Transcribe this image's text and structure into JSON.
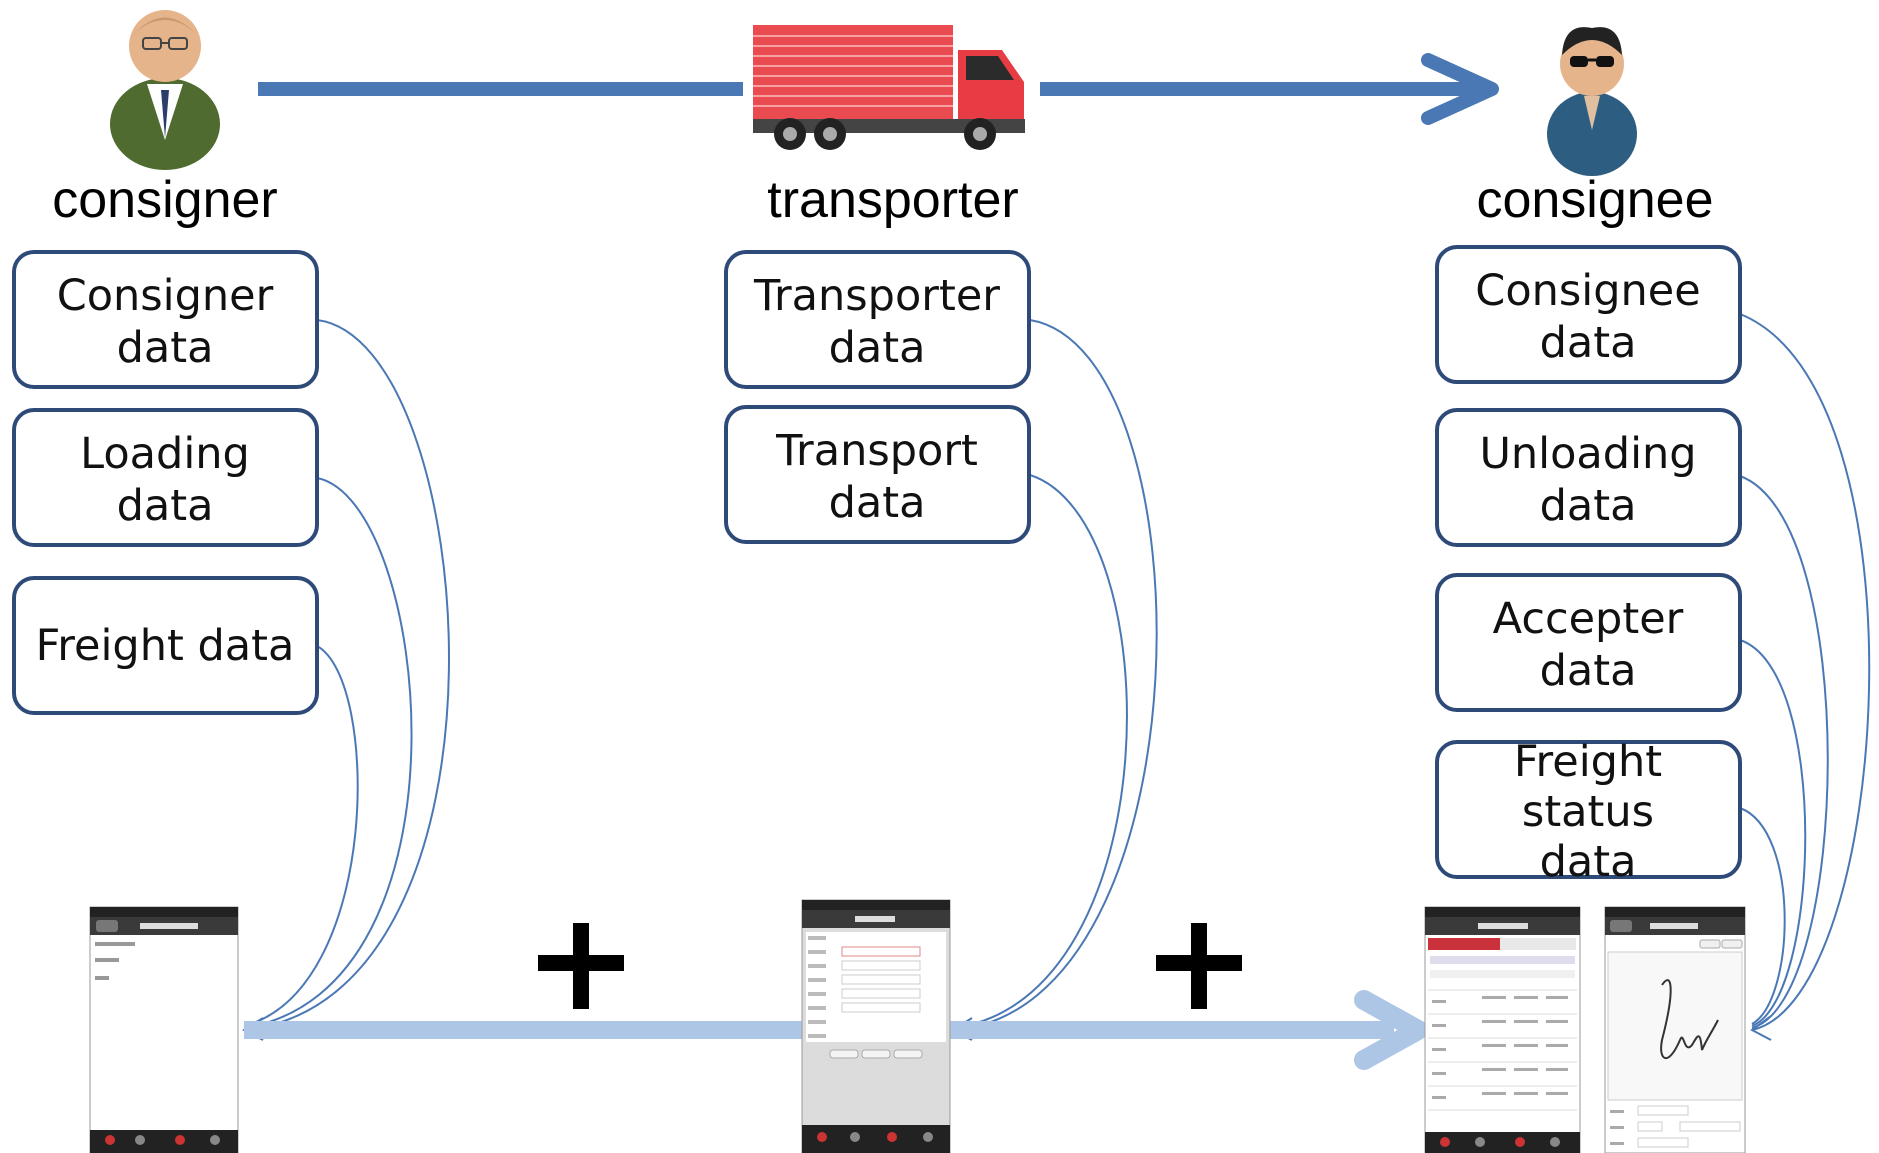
{
  "roles": {
    "consigner": "consigner",
    "transporter": "transporter",
    "consignee": "consignee"
  },
  "boxes": {
    "consigner": [
      {
        "line1": "Consigner",
        "line2": "data"
      },
      {
        "line1": "Loading",
        "line2": "data"
      },
      {
        "line1": "Freight data",
        "line2": ""
      }
    ],
    "transporter": [
      {
        "line1": "Transporter",
        "line2": "data"
      },
      {
        "line1": "Transport",
        "line2": "data"
      }
    ],
    "consignee": [
      {
        "line1": "Consignee",
        "line2": "data"
      },
      {
        "line1": "Unloading",
        "line2": "data"
      },
      {
        "line1": "Accepter",
        "line2": "data"
      },
      {
        "line1": "Freight",
        "line2": "status",
        "line3": "data"
      }
    ]
  },
  "colors": {
    "box_border": "#2e4a78",
    "top_arrow": "#4a78b5",
    "bottom_arrow": "#aec6e6",
    "curves": "#4a78b5"
  },
  "icons": {
    "consigner": "person-glasses-icon",
    "transporter": "truck-icon",
    "consignee": "person-sunglasses-icon",
    "plus": "plus-icon"
  }
}
